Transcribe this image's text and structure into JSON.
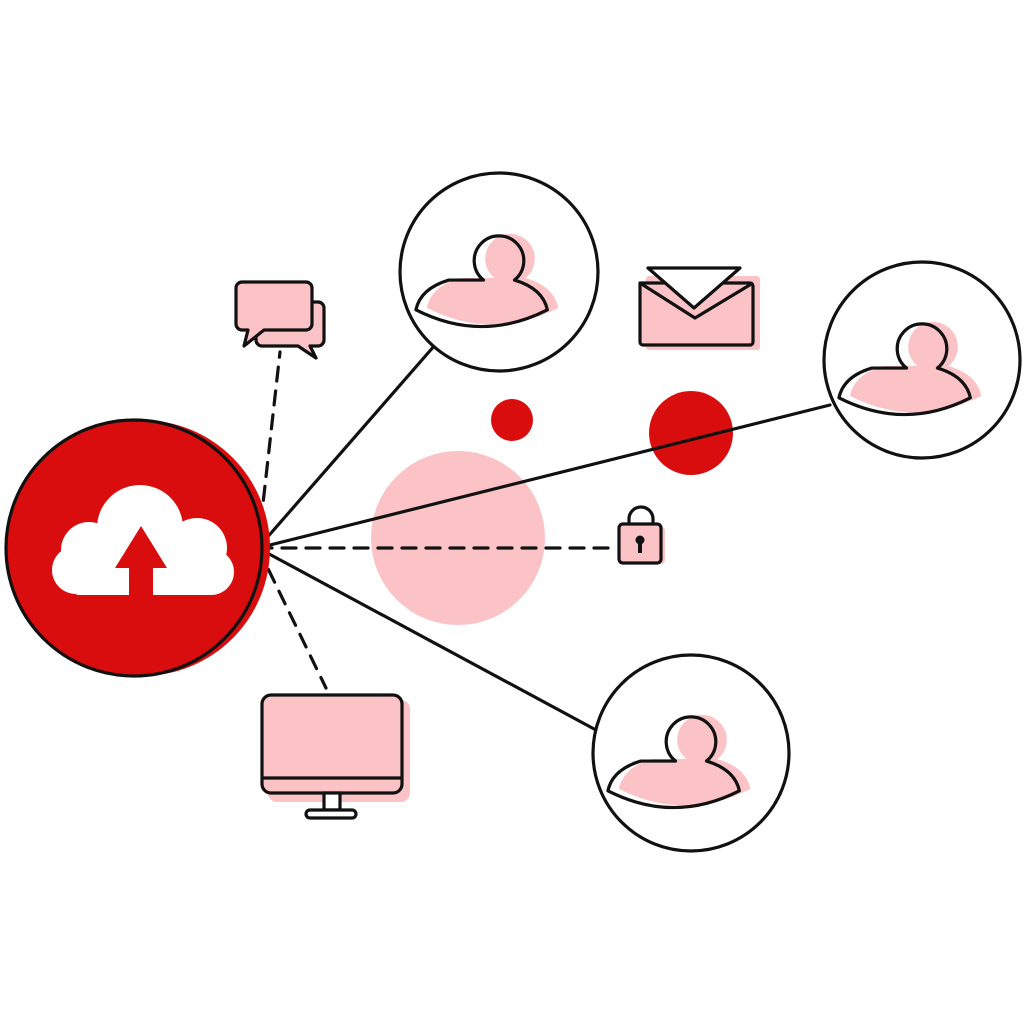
{
  "colors": {
    "brand_red": "#d90d0d",
    "soft_pink": "#fcc3c7",
    "ink": "#111111",
    "background": "#ffffff"
  },
  "icons": {
    "hub": "cloud-upload-icon",
    "chat": "chat-bubbles-icon",
    "mail": "envelope-icon",
    "lock": "padlock-icon",
    "monitor": "monitor-icon",
    "users": [
      "user-avatar-icon",
      "user-avatar-icon",
      "user-avatar-icon"
    ]
  },
  "connections": {
    "solid": [
      "user-top",
      "user-right",
      "user-bottom"
    ],
    "dashed": [
      "chat",
      "lock",
      "monitor"
    ]
  }
}
